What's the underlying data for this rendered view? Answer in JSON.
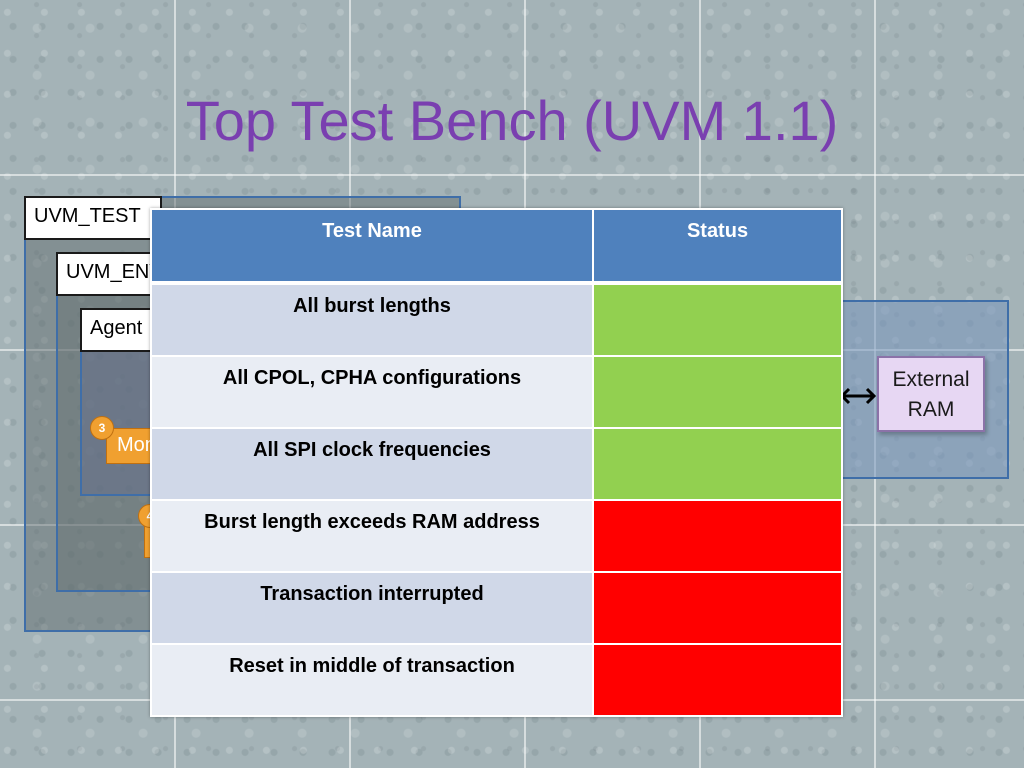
{
  "slide": {
    "title": "Top Test Bench (UVM 1.1)"
  },
  "diagram": {
    "uvm_test_label": "UVM_TEST",
    "uvm_env_label": "UVM_ENV",
    "agent_label": "Agent",
    "monitor_label": "Monitor",
    "badges": [
      "3",
      "4"
    ],
    "external_ram": [
      "External",
      "RAM"
    ]
  },
  "table": {
    "headers": [
      "Test Name",
      "Status"
    ],
    "rows": [
      {
        "name": "All burst lengths",
        "status": "pass",
        "status_color": "#92d050"
      },
      {
        "name": "All CPOL, CPHA configurations",
        "status": "pass",
        "status_color": "#92d050"
      },
      {
        "name": "All SPI clock frequencies",
        "status": "pass",
        "status_color": "#92d050"
      },
      {
        "name": "Burst length exceeds RAM address",
        "status": "fail",
        "status_color": "#ff0000"
      },
      {
        "name": "Transaction interrupted",
        "status": "fail",
        "status_color": "#ff0000"
      },
      {
        "name": "Reset in middle of transaction",
        "status": "fail",
        "status_color": "#ff0000"
      }
    ]
  },
  "colors": {
    "title": "#7a3fb0",
    "header": "#4f81bd",
    "pass": "#92d050",
    "fail": "#ff0000"
  }
}
